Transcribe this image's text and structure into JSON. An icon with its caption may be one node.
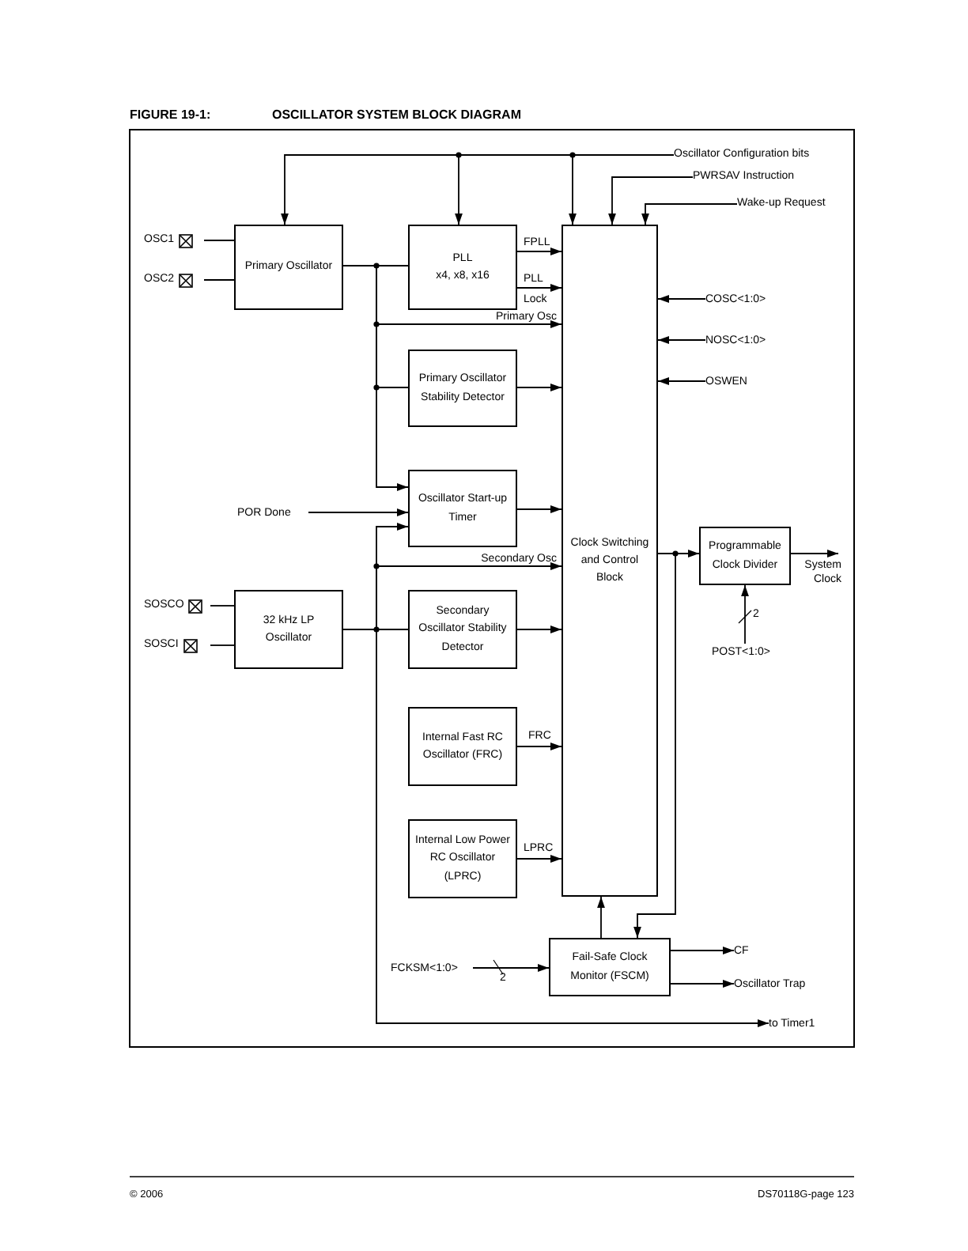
{
  "diagram": {
    "title": "OSCILLATOR SYSTEM BLOCK DIAGRAM",
    "nodes": [
      {
        "text": [
          "Oscillator Configuration bits"
        ]
      },
      {
        "text": [
          "PWRSAV Instruction"
        ]
      },
      {
        "text": [
          "Wake-up Request"
        ]
      },
      {
        "text": [
          "OSC1"
        ]
      },
      {
        "text": [
          "OSC2"
        ]
      },
      {
        "text": [
          "Primary Oscillator"
        ]
      },
      {
        "text": [
          "PLL",
          "x4, x8, x16"
        ]
      },
      {
        "text": [
          "Clock Switching and Control Block"
        ]
      },
      {
        "text": [
          "Primary Oscillator Stability Detector"
        ]
      },
      {
        "text": [
          "Oscillator Start-up Timer"
        ]
      },
      {
        "text": [
          "POR Done"
        ]
      },
      {
        "text": [
          "SOSCO"
        ]
      },
      {
        "text": [
          "SOSCI"
        ]
      },
      {
        "text": [
          "32 kHz LP Oscillator"
        ]
      },
      {
        "text": [
          "Secondary Oscillator Stability Detector"
        ]
      },
      {
        "text": [
          "Internal Fast RC Oscillator (FRC)"
        ]
      },
      {
        "text": [
          "Internal Low Power RC Oscillator (LPRC)"
        ]
      },
      {
        "text": [
          "Programmable Clock Divider"
        ]
      },
      {
        "text": [
          "System Clock"
        ]
      },
      {
        "text": [
          "POST<1:0>"
        ]
      },
      {
        "text": [
          "COSC<1:0>"
        ]
      },
      {
        "text": [
          "NOSC<1:0>"
        ]
      },
      {
        "text": [
          "OSWEN"
        ]
      },
      {
        "text": [
          "Fail-Safe Clock Monitor (FSCM)"
        ]
      },
      {
        "text": [
          "FCKSM<1:0>"
        ]
      },
      {
        "text": [
          "CF"
        ]
      },
      {
        "text": [
          "Oscillator Trap"
        ]
      },
      {
        "text": [
          "to Timer1"
        ]
      }
    ],
    "edges": [
      {
        "from": 0,
        "to": 5,
        "arrow": "to"
      },
      {
        "from": 0,
        "to": 6,
        "arrow": "to"
      },
      {
        "from": 0,
        "to": 7,
        "arrow": "to"
      },
      {
        "from": 1,
        "to": 7,
        "arrow": "to"
      },
      {
        "from": 2,
        "to": 7,
        "arrow": "to"
      },
      {
        "from": 3,
        "to": 5,
        "arrow": "none"
      },
      {
        "from": 4,
        "to": 5,
        "arrow": "none"
      },
      {
        "from": 5,
        "to": 6,
        "arrow": "none"
      },
      {
        "from": 5,
        "to": 7,
        "arrow": "to",
        "label": "Primary Osc"
      },
      {
        "from": 5,
        "to": 8,
        "arrow": "none"
      },
      {
        "from": 5,
        "to": 9,
        "arrow": "to"
      },
      {
        "from": 6,
        "to": 7,
        "arrow": "to",
        "label": "FPLL"
      },
      {
        "from": 6,
        "to": 7,
        "arrow": "to",
        "label": "PLL Lock"
      },
      {
        "from": 8,
        "to": 7,
        "arrow": "to"
      },
      {
        "from": 9,
        "to": 7,
        "arrow": "to"
      },
      {
        "from": 10,
        "to": 9,
        "arrow": "to"
      },
      {
        "from": 11,
        "to": 13,
        "arrow": "none"
      },
      {
        "from": 12,
        "to": 13,
        "arrow": "none"
      },
      {
        "from": 13,
        "to": 14,
        "arrow": "none"
      },
      {
        "from": 13,
        "to": 7,
        "arrow": "to",
        "label": "Secondary Osc"
      },
      {
        "from": 13,
        "to": 9,
        "arrow": "to"
      },
      {
        "from": 13,
        "to": 27,
        "arrow": "to"
      },
      {
        "from": 14,
        "to": 7,
        "arrow": "to"
      },
      {
        "from": 15,
        "to": 7,
        "arrow": "to",
        "label": "FRC"
      },
      {
        "from": 16,
        "to": 7,
        "arrow": "to",
        "label": "LPRC"
      },
      {
        "from": 7,
        "to": 17,
        "arrow": "to"
      },
      {
        "from": 17,
        "to": 18,
        "arrow": "to"
      },
      {
        "from": 19,
        "to": 17,
        "arrow": "to",
        "label": "2"
      },
      {
        "from": 20,
        "to": 7,
        "arrow": "to"
      },
      {
        "from": 21,
        "to": 7,
        "arrow": "to"
      },
      {
        "from": 22,
        "to": 7,
        "arrow": "to"
      },
      {
        "from": 23,
        "to": 7,
        "arrow": "to"
      },
      {
        "from": 7,
        "to": 23,
        "arrow": "to"
      },
      {
        "from": 24,
        "to": 23,
        "arrow": "to",
        "label": "2"
      },
      {
        "from": 23,
        "to": 25,
        "arrow": "to"
      },
      {
        "from": 23,
        "to": 26,
        "arrow": "to"
      }
    ],
    "labels": [
      "FIGURE 19-1:",
      "© 2006",
      "DS70118G-page 123"
    ]
  }
}
